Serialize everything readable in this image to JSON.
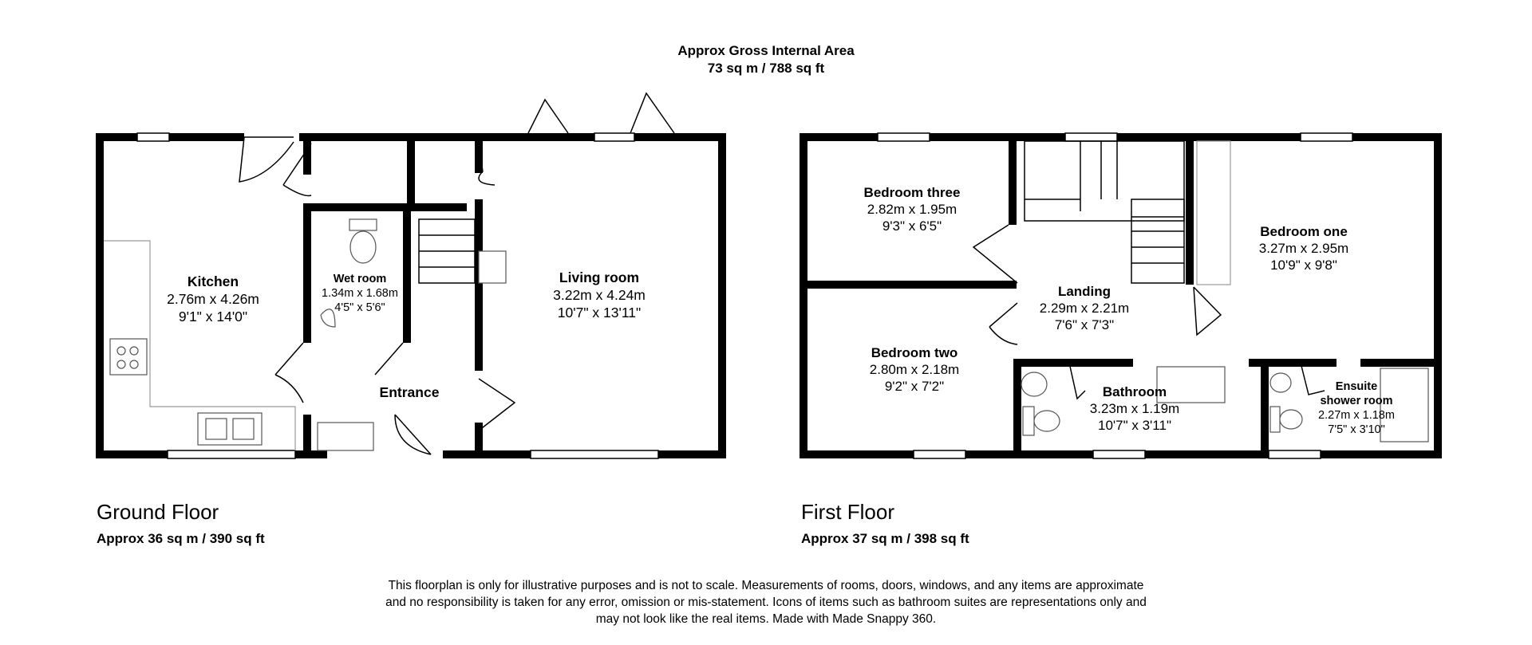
{
  "header": {
    "line1": "Approx Gross Internal Area",
    "line2": "73 sq m / 788 sq ft"
  },
  "floors": [
    {
      "name": "Ground Floor",
      "area": "Approx 36 sq m / 390 sq ft",
      "rooms": [
        {
          "name": "Kitchen",
          "metric": "2.76m x 4.26m",
          "imperial": "9'1\" x 14'0\""
        },
        {
          "name": "Wet room",
          "metric": "1.34m x 1.68m",
          "imperial": "4'5\" x 5'6\""
        },
        {
          "name": "Living room",
          "metric": "3.22m x 4.24m",
          "imperial": "10'7\" x 13'11\""
        },
        {
          "name": "Entrance",
          "metric": "",
          "imperial": ""
        }
      ]
    },
    {
      "name": "First Floor",
      "area": "Approx 37 sq m / 398 sq ft",
      "rooms": [
        {
          "name": "Bedroom three",
          "metric": "2.82m x 1.95m",
          "imperial": "9'3\" x 6'5\""
        },
        {
          "name": "Bedroom two",
          "metric": "2.80m x 2.18m",
          "imperial": "9'2\" x 7'2\""
        },
        {
          "name": "Landing",
          "metric": "2.29m x 2.21m",
          "imperial": "7'6\" x 7'3\""
        },
        {
          "name": "Bedroom one",
          "metric": "3.27m x 2.95m",
          "imperial": "10'9\" x 9'8\""
        },
        {
          "name": "Bathroom",
          "metric": "3.23m x 1.19m",
          "imperial": "10'7\" x 3'11\""
        },
        {
          "name": "Ensuite",
          "name2": "shower room",
          "metric": "2.27m x 1.18m",
          "imperial": "7'5\" x 3'10\""
        }
      ]
    }
  ],
  "disclaimer": [
    "This floorplan is only for illustrative purposes and is not to scale. Measurements of rooms, doors, windows, and any items are approximate",
    "and no responsibility is taken for any error, omission or mis-statement. Icons of items such as bathroom suites are representations only and",
    "may not look like the real items. Made with Made Snappy 360."
  ]
}
